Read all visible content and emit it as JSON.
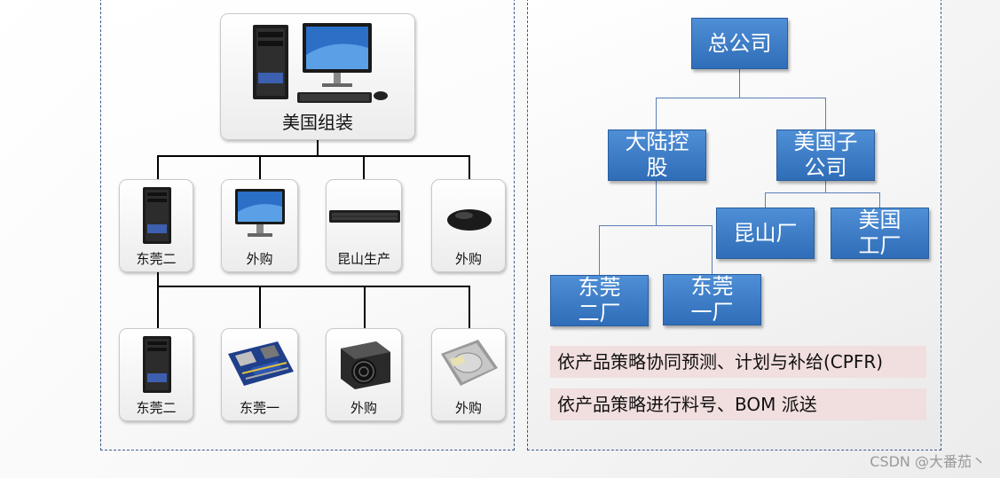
{
  "left": {
    "top_card": {
      "label": "美国组装",
      "icon": "desktop-computer-icon"
    },
    "row1": [
      {
        "label": "东莞二",
        "icon": "pc-tower-icon"
      },
      {
        "label": "外购",
        "icon": "monitor-icon"
      },
      {
        "label": "昆山生产",
        "icon": "keyboard-icon"
      },
      {
        "label": "外购",
        "icon": "mouse-icon"
      }
    ],
    "row2": [
      {
        "label": "东莞二",
        "icon": "pc-tower-icon"
      },
      {
        "label": "东莞一",
        "icon": "motherboard-icon"
      },
      {
        "label": "外购",
        "icon": "power-supply-icon"
      },
      {
        "label": "外购",
        "icon": "hard-drive-icon"
      }
    ]
  },
  "right": {
    "org": {
      "hq": "总公司",
      "mainland": "大陆控股",
      "us_sub": "美国子公司",
      "kunshan": "昆山厂",
      "us_factory": "美国工厂",
      "dg2": "东莞二厂",
      "dg1": "东莞一厂"
    },
    "notes": [
      "依产品策略协同预测、计划与补给(CPFR)",
      "依产品策略进行料号、BOM 派送"
    ]
  },
  "watermark": "CSDN @大番茄丶",
  "colors": {
    "org_box": "#3a7bc8",
    "note_bg": "#f1dede",
    "panel_border": "#3b5b8a"
  }
}
